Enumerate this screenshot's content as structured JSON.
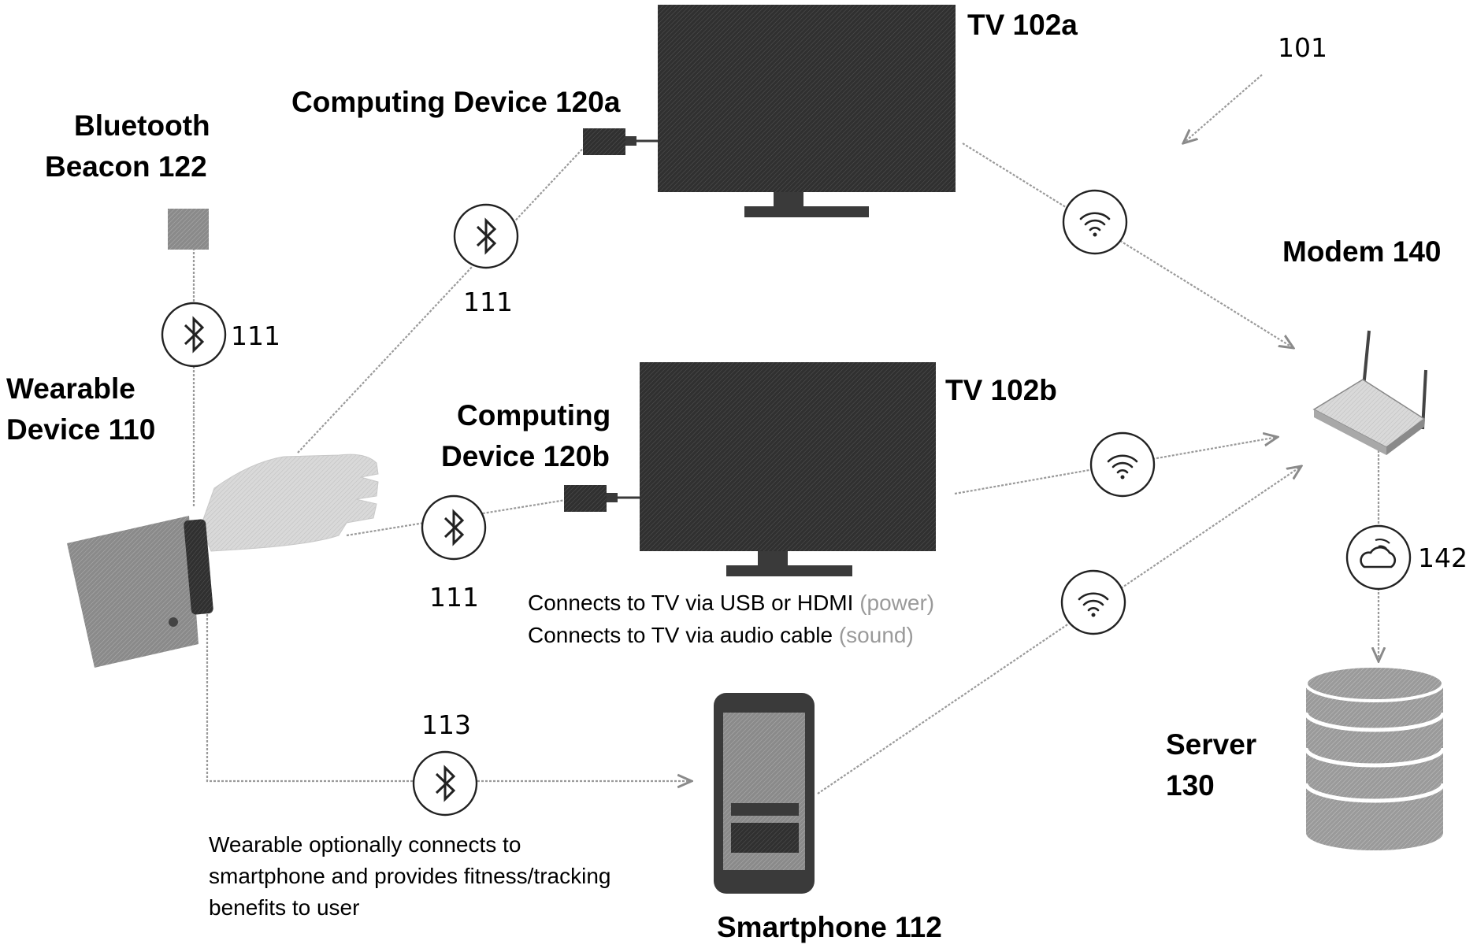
{
  "labels": {
    "tv_a": "TV 102a",
    "tv_b": "TV 102b",
    "figure_ref": "101",
    "computing_a": "Computing Device 120a",
    "computing_b_line1": "Computing",
    "computing_b_line2": "Device 120b",
    "beacon_line1": "Bluetooth",
    "beacon_line2": "Beacon 122",
    "wearable_line1": "Wearable",
    "wearable_line2": "Device 110",
    "modem": "Modem 140",
    "server_line1": "Server",
    "server_line2": "130",
    "smartphone": "Smartphone 112"
  },
  "link_refs": {
    "bt_beacon": "111",
    "bt_computing_a": "111",
    "bt_computing_b": "111",
    "bt_smartphone": "113",
    "cloud": "142"
  },
  "notes": {
    "usb_main": "Connects to TV via USB or HDMI",
    "usb_muted": "(power)",
    "audio_main": "Connects to TV via audio cable",
    "audio_muted": "(sound)",
    "wearable_note_1": "Wearable optionally connects to",
    "wearable_note_2": "smartphone and provides fitness/tracking",
    "wearable_note_3": "benefits to user"
  },
  "icons": [
    "bluetooth-icon",
    "wifi-icon",
    "cloud-icon",
    "tv-icon",
    "router-icon",
    "database-icon",
    "smartphone-icon",
    "beacon-icon",
    "wearable-icon"
  ],
  "colors": {
    "device_fill": "#3a3a3a",
    "link_stroke": "#9a9a9a",
    "muted_text": "#9a9a9a"
  }
}
